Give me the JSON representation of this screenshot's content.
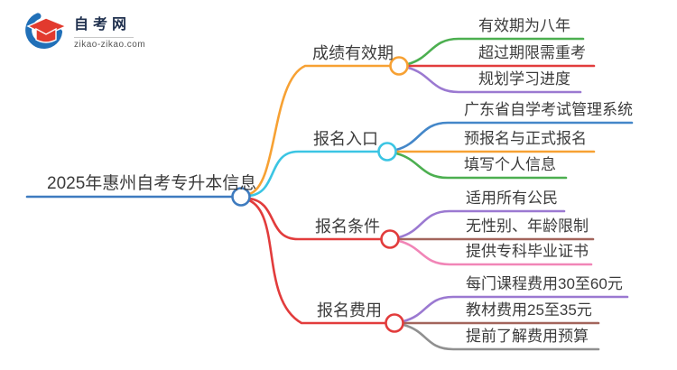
{
  "brand": {
    "name": "自考网",
    "domain": "zikao-zikao.com",
    "icon": "graduation-cap-icon",
    "colors": {
      "cap_red": "#E23A2E",
      "crescent_blue": "#2170B8",
      "name_navy": "#1E2F4D"
    }
  },
  "mindmap": {
    "root": {
      "label": "2025年惠州自考专升本信息",
      "color": "#3E7BBF"
    },
    "branches": [
      {
        "label": "成绩有效期",
        "color": "#F7A133",
        "children": [
          {
            "label": "有效期为八年",
            "color": "#4CAF50"
          },
          {
            "label": "超过期限需重考",
            "color": "#E23C3C"
          },
          {
            "label": "规划学习进度",
            "color": "#9B79D1"
          }
        ]
      },
      {
        "label": "报名入口",
        "color": "#3BC5E3",
        "children": [
          {
            "label": "广东省自学考试管理系统",
            "color": "#4487C9"
          },
          {
            "label": "预报名与正式报名",
            "color": "#F7A133"
          },
          {
            "label": "填写个人信息",
            "color": "#4CAF50"
          }
        ]
      },
      {
        "label": "报名条件",
        "color": "#E23C3C",
        "children": [
          {
            "label": "适用所有公民",
            "color": "#9B79D1"
          },
          {
            "label": "无性别、年龄限制",
            "color": "#A3655C"
          },
          {
            "label": "提供专科毕业证书",
            "color": "#F185B7"
          }
        ]
      },
      {
        "label": "报名费用",
        "color": "#E23C3C",
        "children": [
          {
            "label": "每门课程费用30至60元",
            "color": "#9B79D1"
          },
          {
            "label": "教材费用25至35元",
            "color": "#A3655C"
          },
          {
            "label": "提前了解费用预算",
            "color": "#909090"
          }
        ]
      }
    ]
  }
}
